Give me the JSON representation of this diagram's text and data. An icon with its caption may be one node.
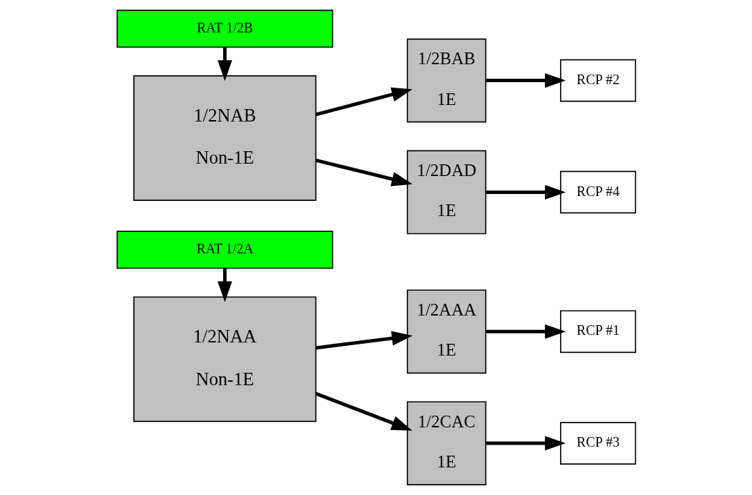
{
  "diagram": {
    "nodes": [
      {
        "text": [
          "RAT 1/2A"
        ]
      },
      {
        "text": [
          "1/2NAA",
          "Non-1E"
        ]
      },
      {
        "text": [
          "1/2AAA",
          "1E"
        ]
      },
      {
        "text": [
          "RCP #1"
        ]
      },
      {
        "text": [
          "1/2CAC",
          "1E"
        ]
      },
      {
        "text": [
          "RCP #3"
        ]
      },
      {
        "text": [
          "1/2BAB",
          "1E"
        ]
      },
      {
        "text": [
          "RCP #2"
        ]
      },
      {
        "text": [
          "1/2NAB",
          "Non-1E"
        ]
      },
      {
        "text": [
          "1/2DAD",
          "1E"
        ]
      },
      {
        "text": [
          "RCP #4"
        ]
      },
      {
        "text": [
          "RAT 1/2B"
        ]
      }
    ],
    "edges": [
      {
        "from": 0,
        "to": 1,
        "arrow": "to"
      },
      {
        "from": 1,
        "to": 2,
        "arrow": "to"
      },
      {
        "from": 2,
        "to": 3,
        "arrow": "to"
      },
      {
        "from": 1,
        "to": 4,
        "arrow": "to"
      },
      {
        "from": 4,
        "to": 5,
        "arrow": "to"
      },
      {
        "from": 8,
        "to": 6,
        "arrow": "to"
      },
      {
        "from": 6,
        "to": 7,
        "arrow": "to"
      },
      {
        "from": 8,
        "to": 9,
        "arrow": "to"
      },
      {
        "from": 9,
        "to": 10,
        "arrow": "to"
      },
      {
        "from": 11,
        "to": 8,
        "arrow": "to"
      }
    ]
  }
}
